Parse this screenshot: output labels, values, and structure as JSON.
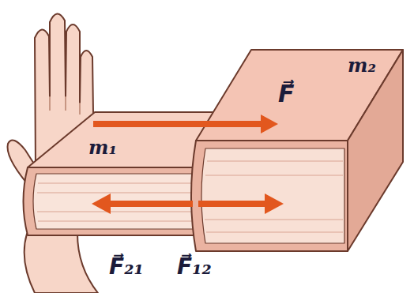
{
  "diagram": {
    "labels": [
      "F⃗",
      "m₂",
      "m₁",
      "F⃗₂₁",
      "F⃗₁₂"
    ]
  }
}
